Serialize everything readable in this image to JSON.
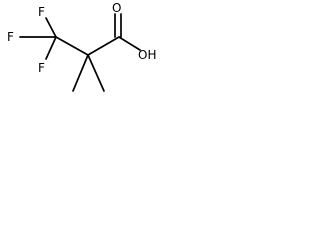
{
  "molecule": {
    "atoms": {
      "fluorine_top": "F",
      "fluorine_left": "F",
      "fluorine_bottom": "F",
      "carbonyl_oxygen": "O",
      "hydroxyl": "OH"
    }
  }
}
